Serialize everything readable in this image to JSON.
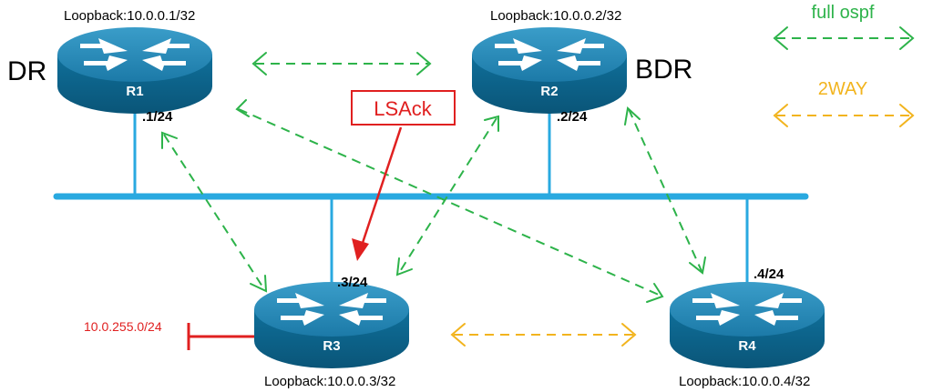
{
  "colors": {
    "full": "#2db34a",
    "twoway": "#f2b41e",
    "lan": "#29a9e0",
    "router_top": "#2386b4",
    "router_side": "#0d6790",
    "lsack": "#e02020",
    "prefix": "#e02020"
  },
  "legend": {
    "full_label": "full ospf",
    "twoway_label": "2WAY"
  },
  "routers": {
    "r1": {
      "name": "R1",
      "loopback": "Loopback:10.0.0.1/32",
      "ip": ".1/24",
      "role": "DR"
    },
    "r2": {
      "name": "R2",
      "loopback": "Loopback:10.0.0.2/32",
      "ip": ".2/24",
      "role": "BDR"
    },
    "r3": {
      "name": "R3",
      "loopback": "Loopback:10.0.0.3/32",
      "ip": ".3/24"
    },
    "r4": {
      "name": "R4",
      "loopback": "Loopback:10.0.0.4/32",
      "ip": ".4/24"
    }
  },
  "lsack_label": "LSAck",
  "prefix_label": "10.0.255.0/24",
  "icons": [
    "router-icon",
    "arrow-cross-icon"
  ]
}
